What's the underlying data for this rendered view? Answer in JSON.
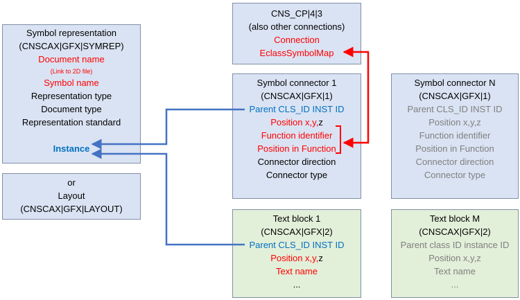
{
  "colors": {
    "box_blue": "#dae3f3",
    "box_green": "#e2efd9",
    "box_border": "#7f8fa6",
    "arrow_blue": "#4472c4",
    "arrow_red": "#ff0000",
    "text_red": "#ff0000",
    "text_blue": "#0070c0",
    "text_grey": "#7f7f7f"
  },
  "symbol_rep": {
    "title": "Symbol representation",
    "code": "(CNSCAX|GFX|SYMREP)",
    "doc_name": "Document name",
    "link_note": "(Link to 2D file)",
    "symbol_name": "Symbol name",
    "rep_type": "Representation type",
    "doc_type": "Document type",
    "rep_std": "Representation standard",
    "instance": "Instance"
  },
  "layout": {
    "or": "or",
    "title": "Layout",
    "code": "(CNSCAX|GFX|LAYOUT)"
  },
  "cns_cp": {
    "title": "CNS_CP|4|3",
    "subtitle": "(also other connections)",
    "connection": "Connection",
    "eclass_map": "EclassSymbolMap"
  },
  "connector1": {
    "title": "Symbol connector 1",
    "code": "(CNSCAX|GFX|1)",
    "parent": "Parent CLS_ID INST ID",
    "pos_xy": "Position x,y,",
    "pos_z": "z",
    "func_id": "Function identifier",
    "pos_func": "Position in Function",
    "direction": "Connector direction",
    "type": "Connector type"
  },
  "connectorN": {
    "title": "Symbol connector N",
    "code": "(CNSCAX|GFX|1)",
    "parent": "Parent CLS_ID INST ID",
    "pos": "Position x,y,z",
    "func_id": "Function identifier",
    "pos_func": "Position in Function",
    "direction": "Connector direction",
    "type": "Connector type"
  },
  "text1": {
    "title": "Text block 1",
    "code": "(CNSCAX|GFX|2)",
    "parent": "Parent CLS_ID INST ID",
    "pos_xy": "Position x,y,",
    "pos_z": "z",
    "text_name": "Text name",
    "more": "..."
  },
  "textM": {
    "title": "Text block M",
    "code": "(CNSCAX|GFX|2)",
    "parent": "Parent class ID instance ID",
    "pos": "Position x,y,z",
    "text_name": "Text name",
    "more": "..."
  }
}
